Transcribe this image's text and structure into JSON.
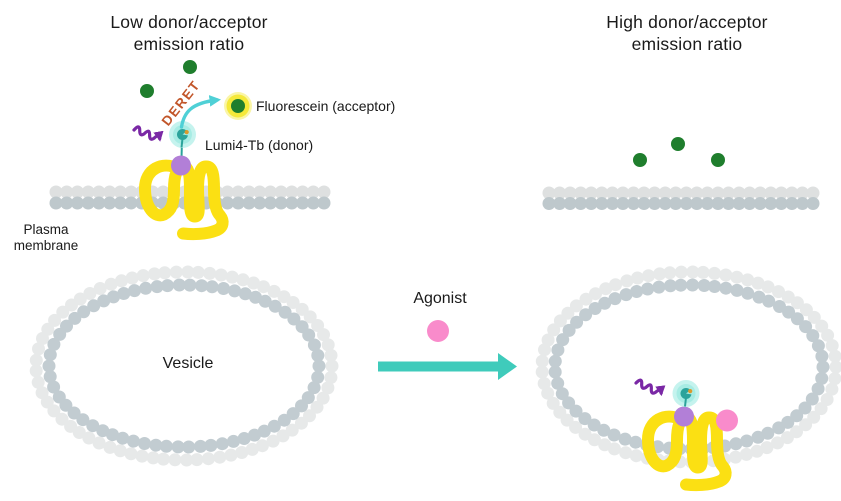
{
  "diagram": {
    "panel_left_title": {
      "line1": "Low donor/acceptor",
      "line2": "emission ratio"
    },
    "panel_right_title": {
      "line1": "High donor/acceptor",
      "line2": "emission ratio"
    },
    "labels": {
      "deret": "DERET",
      "fluorescein": "Fluorescein (acceptor)",
      "lumi4tb": "Lumi4-Tb (donor)",
      "plasma_membrane_line1": "Plasma",
      "plasma_membrane_line2": "membrane",
      "vesicle": "Vesicle",
      "agonist": "Agonist"
    },
    "colors": {
      "title_text": "#1a1a1a",
      "green": "#1f7e2d",
      "yellow": "#fbe013",
      "fluor_ring": "#f5e93a",
      "teal_arrow": "#3fcbbb",
      "cyan_arrow": "#4fd0d6",
      "donor_glow": "#c5f3ee",
      "donor_glow_core": "#a7ece4",
      "dish_teal": "#2ba39b",
      "terbium_orange": "#d99a2e",
      "purple_ball": "#b27fd7",
      "purple_arrow": "#7a28a5",
      "pink": "#f98bcb",
      "membrane_light": "#dee0e0",
      "membrane_dark": "#bec8cc",
      "vesicle_outer": "#e7e9e9",
      "vesicle_inner": "#c2ccd1",
      "deret_text": "#c2562a"
    }
  }
}
